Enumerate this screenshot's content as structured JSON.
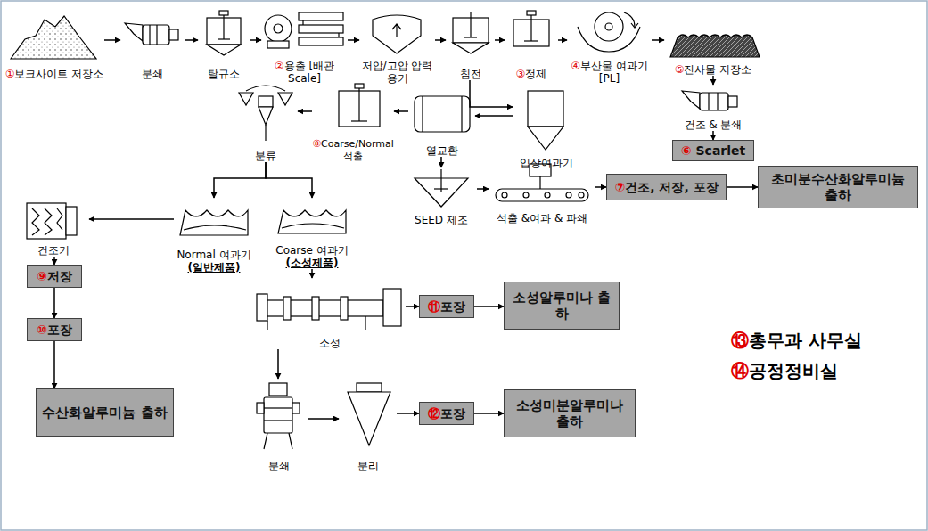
{
  "diagram": {
    "nodes": [
      {
        "text": [
          "①보크사이트 저장소"
        ]
      },
      {
        "text": [
          "분쇄"
        ]
      },
      {
        "text": [
          "탈규소"
        ]
      },
      {
        "text": [
          "②용출 [배관 Scale]"
        ]
      },
      {
        "text": [
          "저압/고압 압력 용기"
        ]
      },
      {
        "text": [
          "침전"
        ]
      },
      {
        "text": [
          "③정제"
        ]
      },
      {
        "text": [
          "④부산물 여과기 [PL]"
        ]
      },
      {
        "text": [
          "⑤잔사물 저장소"
        ]
      },
      {
        "text": [
          "건조 & 분쇄"
        ]
      },
      {
        "text": [
          "⑥ Scarlet"
        ]
      },
      {
        "text": [
          "입상여과기"
        ]
      },
      {
        "text": [
          "열교환"
        ]
      },
      {
        "text": [
          "⑧Coarse/Normal 석출"
        ]
      },
      {
        "text": [
          "분류"
        ]
      },
      {
        "text": [
          "SEED 제조"
        ]
      },
      {
        "text": [
          "석출 &여과 & 파쇄"
        ]
      },
      {
        "text": [
          "⑦건조, 저장, 포장"
        ]
      },
      {
        "text": [
          "초미분수산화알루미늄 출하"
        ]
      },
      {
        "text": [
          "Normal 여과기",
          "(일반제품)"
        ]
      },
      {
        "text": [
          "Coarse 여과기",
          "(소성제품)"
        ]
      },
      {
        "text": [
          "건조기"
        ]
      },
      {
        "text": [
          "⑨저장"
        ]
      },
      {
        "text": [
          "⑩포장"
        ]
      },
      {
        "text": [
          "수산화알루미늄 출하"
        ]
      },
      {
        "text": [
          "소성"
        ]
      },
      {
        "text": [
          "⑪포장"
        ]
      },
      {
        "text": [
          "소성알루미나 출하"
        ]
      },
      {
        "text": [
          "분쇄"
        ]
      },
      {
        "text": [
          "분리"
        ]
      },
      {
        "text": [
          "⑫포장"
        ]
      },
      {
        "text": [
          "소성미분알루미나 출하"
        ]
      }
    ],
    "edges": [
      {
        "from": 0,
        "to": 1,
        "arrow": "to"
      },
      {
        "from": 1,
        "to": 2,
        "arrow": "to"
      },
      {
        "from": 2,
        "to": 3,
        "arrow": "to"
      },
      {
        "from": 3,
        "to": 4,
        "arrow": "to"
      },
      {
        "from": 4,
        "to": 5,
        "arrow": "to"
      },
      {
        "from": 5,
        "to": 6,
        "arrow": "to"
      },
      {
        "from": 6,
        "to": 7,
        "arrow": "to"
      },
      {
        "from": 7,
        "to": 8,
        "arrow": "to"
      },
      {
        "from": 8,
        "to": 9,
        "arrow": "to"
      },
      {
        "from": 9,
        "to": 10,
        "arrow": "to"
      },
      {
        "from": 5,
        "to": 11,
        "arrow": "to"
      },
      {
        "from": 11,
        "to": 12,
        "arrow": "to"
      },
      {
        "from": 12,
        "to": 13,
        "arrow": "to"
      },
      {
        "from": 13,
        "to": 14,
        "arrow": "to"
      },
      {
        "from": 12,
        "to": 15,
        "arrow": "to"
      },
      {
        "from": 15,
        "to": 16,
        "arrow": "to"
      },
      {
        "from": 16,
        "to": 17,
        "arrow": "to"
      },
      {
        "from": 17,
        "to": 18,
        "arrow": "to"
      },
      {
        "from": 14,
        "to": 19,
        "arrow": "to"
      },
      {
        "from": 14,
        "to": 20,
        "arrow": "to"
      },
      {
        "from": 19,
        "to": 21,
        "arrow": "to"
      },
      {
        "from": 21,
        "to": 22,
        "arrow": "to"
      },
      {
        "from": 22,
        "to": 23,
        "arrow": "to"
      },
      {
        "from": 23,
        "to": 24,
        "arrow": "to"
      },
      {
        "from": 20,
        "to": 25,
        "arrow": "to"
      },
      {
        "from": 25,
        "to": 26,
        "arrow": "to"
      },
      {
        "from": 26,
        "to": 27,
        "arrow": "to"
      },
      {
        "from": 25,
        "to": 28,
        "arrow": "to"
      },
      {
        "from": 28,
        "to": 29,
        "arrow": "to"
      },
      {
        "from": 29,
        "to": 30,
        "arrow": "to"
      },
      {
        "from": 30,
        "to": 31,
        "arrow": "to"
      }
    ],
    "labels": [
      "⑬총무과 사무실",
      "⑭공정정비실"
    ]
  }
}
